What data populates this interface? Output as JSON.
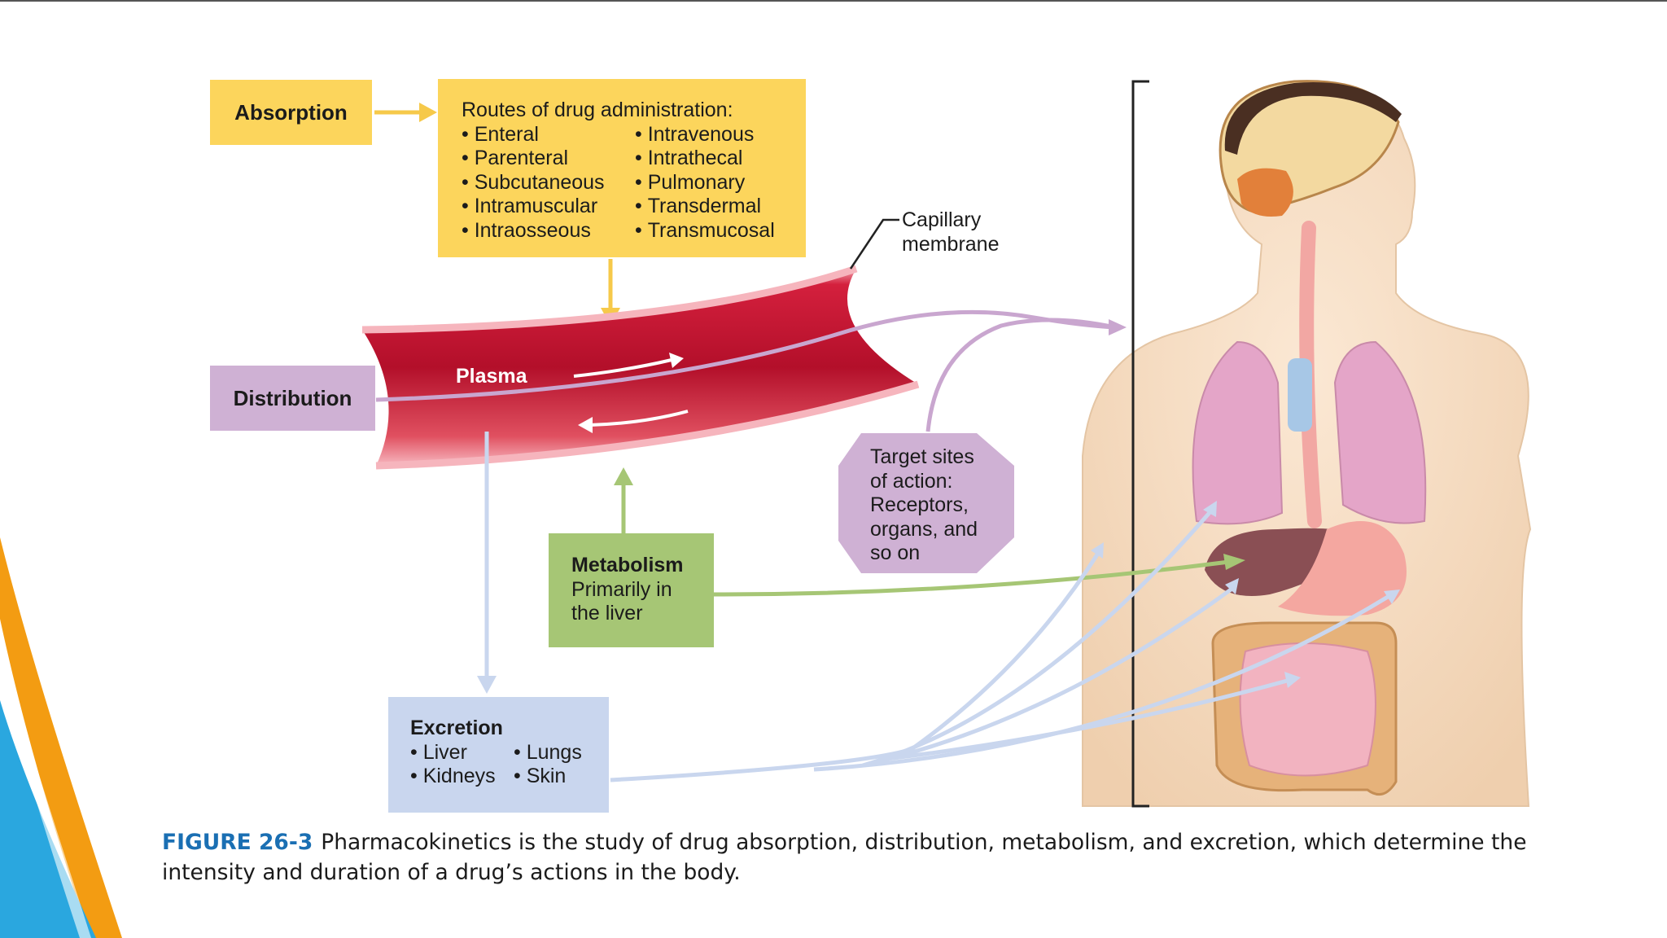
{
  "absorption": {
    "label": "Absorption"
  },
  "routes": {
    "title": "Routes of drug administration:",
    "left": [
      "Enteral",
      "Parenteral",
      "Subcutaneous",
      "Intramuscular",
      "Intraosseous"
    ],
    "right": [
      "Intravenous",
      "Intrathecal",
      "Pulmonary",
      "Transdermal",
      "Transmucosal"
    ]
  },
  "capillary": {
    "line1": "Capillary",
    "line2": "membrane"
  },
  "plasma": {
    "label": "Plasma"
  },
  "distribution": {
    "label": "Distribution"
  },
  "target": {
    "lines": [
      "Target sites",
      "of action:",
      "Receptors,",
      "organs, and",
      "so on"
    ]
  },
  "metabolism": {
    "title": "Metabolism",
    "line1": "Primarily in",
    "line2": "the liver"
  },
  "excretion": {
    "title": "Excretion",
    "left": [
      "Liver",
      "Kidneys"
    ],
    "right": [
      "Lungs",
      "Skin"
    ]
  },
  "caption": {
    "figure": "FIGURE 26-3",
    "text": "Pharmacokinetics is the study of drug absorption, distribution, metabolism, and excretion, which determine the intensity and duration of a drug’s actions in the body."
  },
  "colors": {
    "yellow": "#fcd55c",
    "purple": "#cfb1d4",
    "green": "#a6c675",
    "blue": "#c9d6ee",
    "vessel": "#c8102e",
    "figure_label": "#1a6fb3",
    "swoosh_orange": "#f39c12",
    "swoosh_blue": "#2aa7df"
  }
}
